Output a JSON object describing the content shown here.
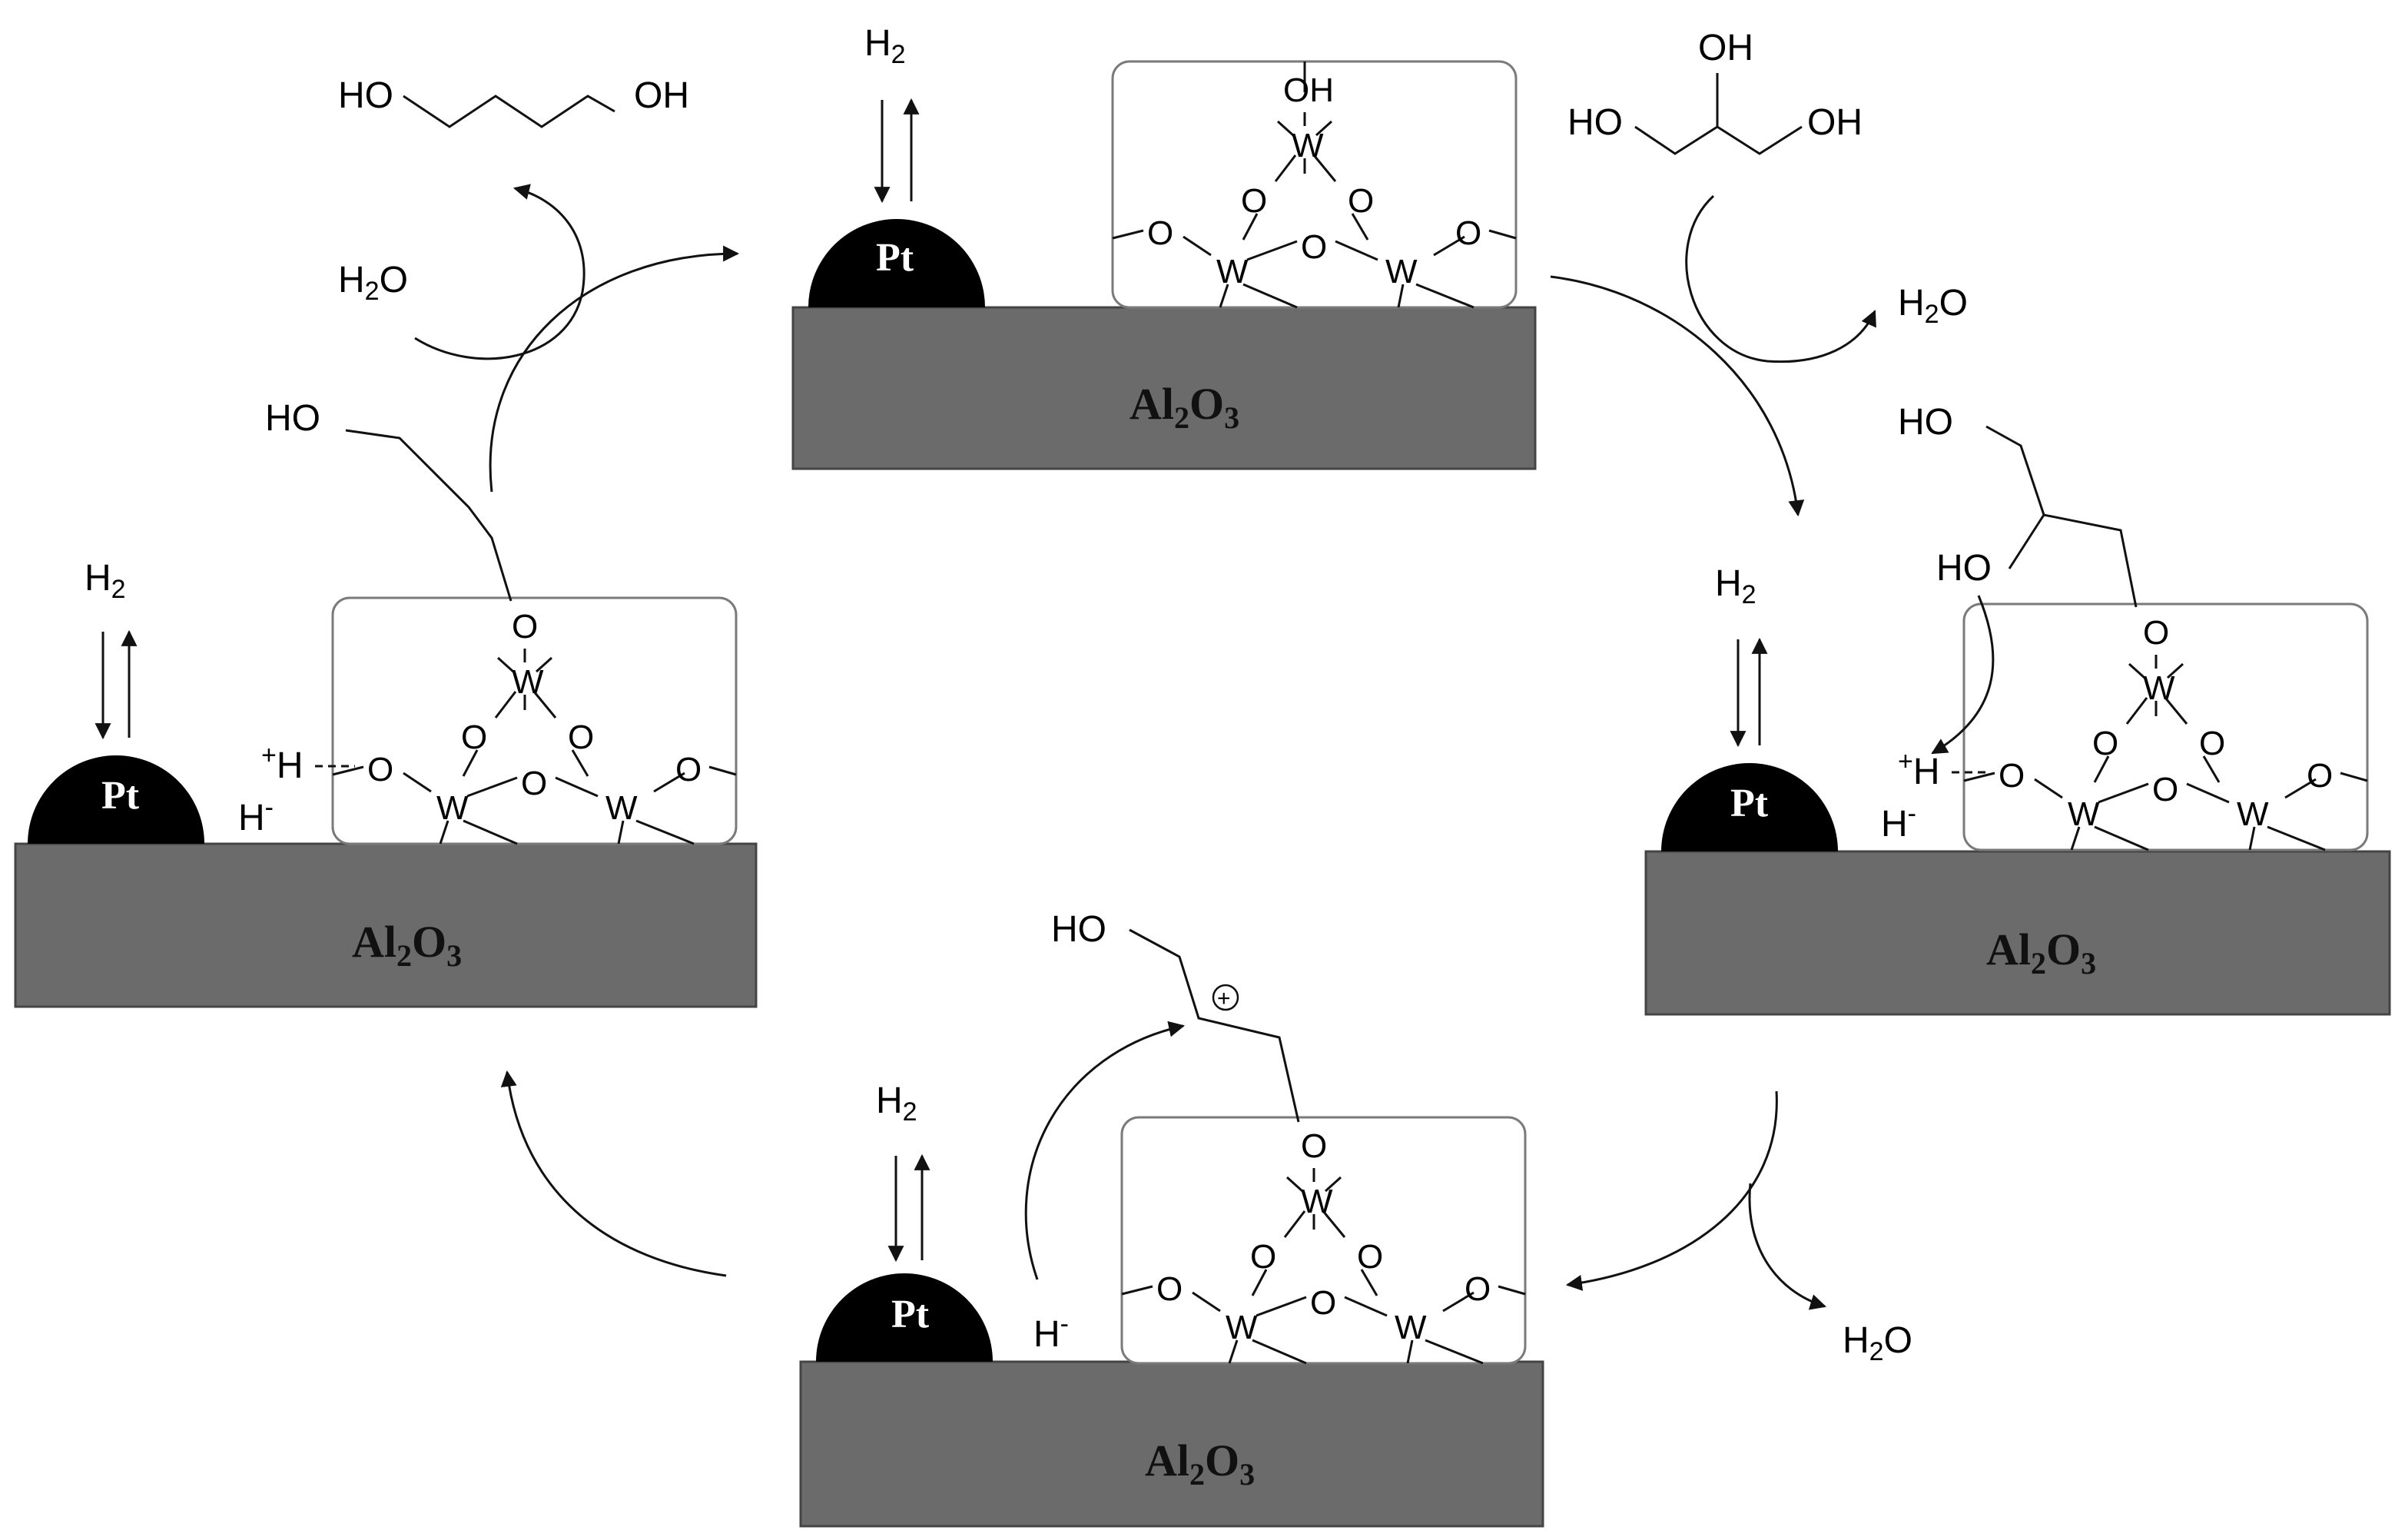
{
  "molecules": {
    "propanediol": {
      "left_label": "HO",
      "right_label": "OH"
    },
    "glycerol": {
      "top_label": "OH",
      "left_label": "HO",
      "right_label": "OH"
    },
    "water_label": "H",
    "water_sub": "2",
    "water_tail": "O"
  },
  "catalyst": {
    "metal_label": "Pt",
    "support_base": "Al",
    "support_sub1": "2",
    "support_mid": "O",
    "support_sub2": "3",
    "hydrogen_label": "H",
    "hydrogen_sub": "2",
    "tungsten_label": "W",
    "oxygen_label": "O",
    "hydroxyl_label": "OH",
    "proton_label": "H",
    "proton_charge": "+",
    "hydride_label": "H",
    "hydride_charge": "-"
  },
  "intermediates": {
    "adsorbed_glycerol": {
      "top": "HO",
      "mid": "HO"
    },
    "carbocation": {
      "label": "HO",
      "charge": "+"
    },
    "adsorbed_propanol": {
      "label": "HO"
    }
  },
  "colors": {
    "support": "#6b6b6b",
    "particle": "#000000",
    "box_border": "#7a7a7a"
  }
}
